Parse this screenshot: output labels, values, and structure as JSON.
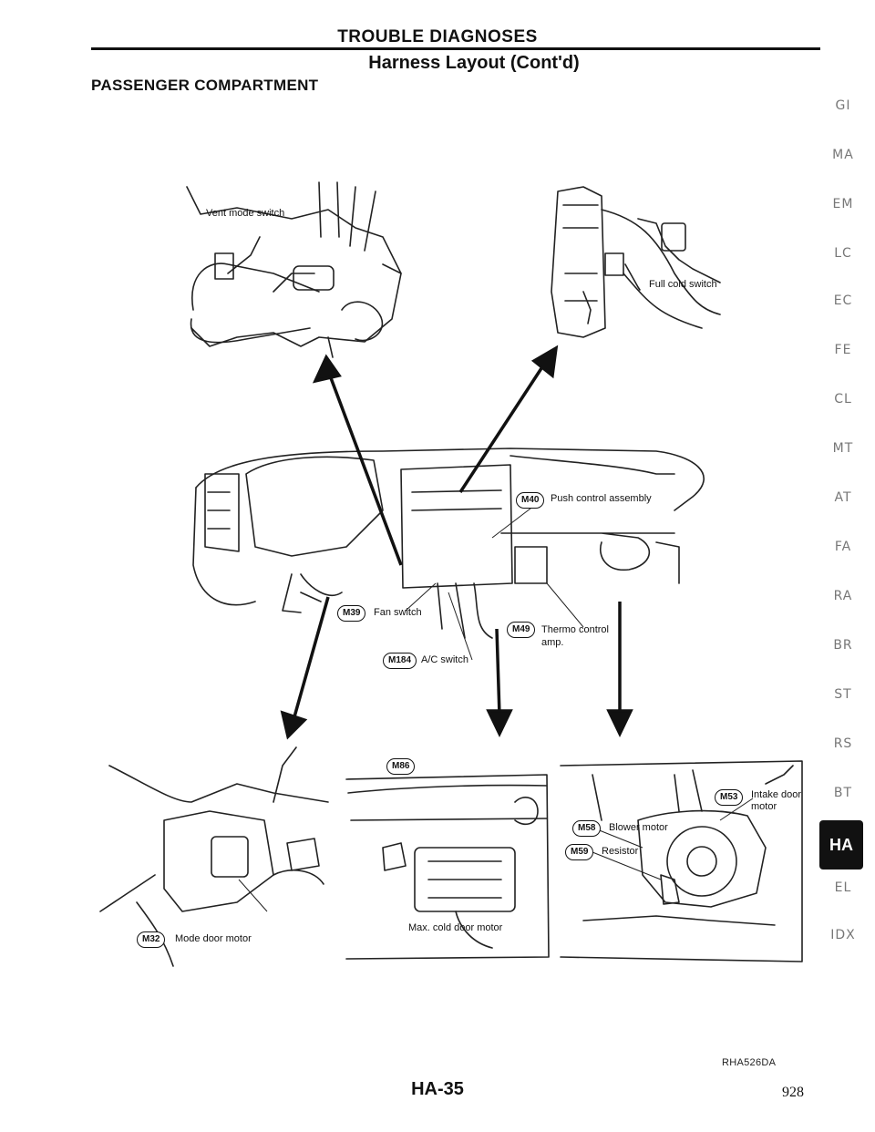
{
  "header": {
    "title": "TROUBLE DIAGNOSES",
    "subtitle": "Harness Layout (Cont'd)"
  },
  "section_title": "PASSENGER COMPARTMENT",
  "side_nav": {
    "tabs": [
      "GI",
      "MA",
      "EM",
      "LC",
      "EC",
      "FE",
      "CL",
      "MT",
      "AT",
      "FA",
      "RA",
      "BR",
      "ST",
      "RS",
      "BT",
      "HA",
      "EL",
      "IDX"
    ],
    "active": "HA"
  },
  "labels": {
    "vent_mode_switch": "Vent mode switch",
    "full_cold_switch": "Full cold switch",
    "push_control_assembly": "Push control assembly",
    "fan_switch": "Fan switch",
    "ac_switch": "A/C switch",
    "thermo_control_amp": "Thermo control amp.",
    "mode_door_motor": "Mode door motor",
    "max_cold_door_motor": "Max. cold door motor",
    "intake_door_motor": "Intake door motor",
    "blower_motor": "Blower motor",
    "resistor": "Resistor"
  },
  "connectors": {
    "m40": "M40",
    "m39": "M39",
    "m184": "M184",
    "m49": "M49",
    "m86": "M86",
    "m32": "M32",
    "m53": "M53",
    "m58": "M58",
    "m59": "M59"
  },
  "figure_code": "RHA526DA",
  "page_number": "HA-35",
  "page_count": "928"
}
